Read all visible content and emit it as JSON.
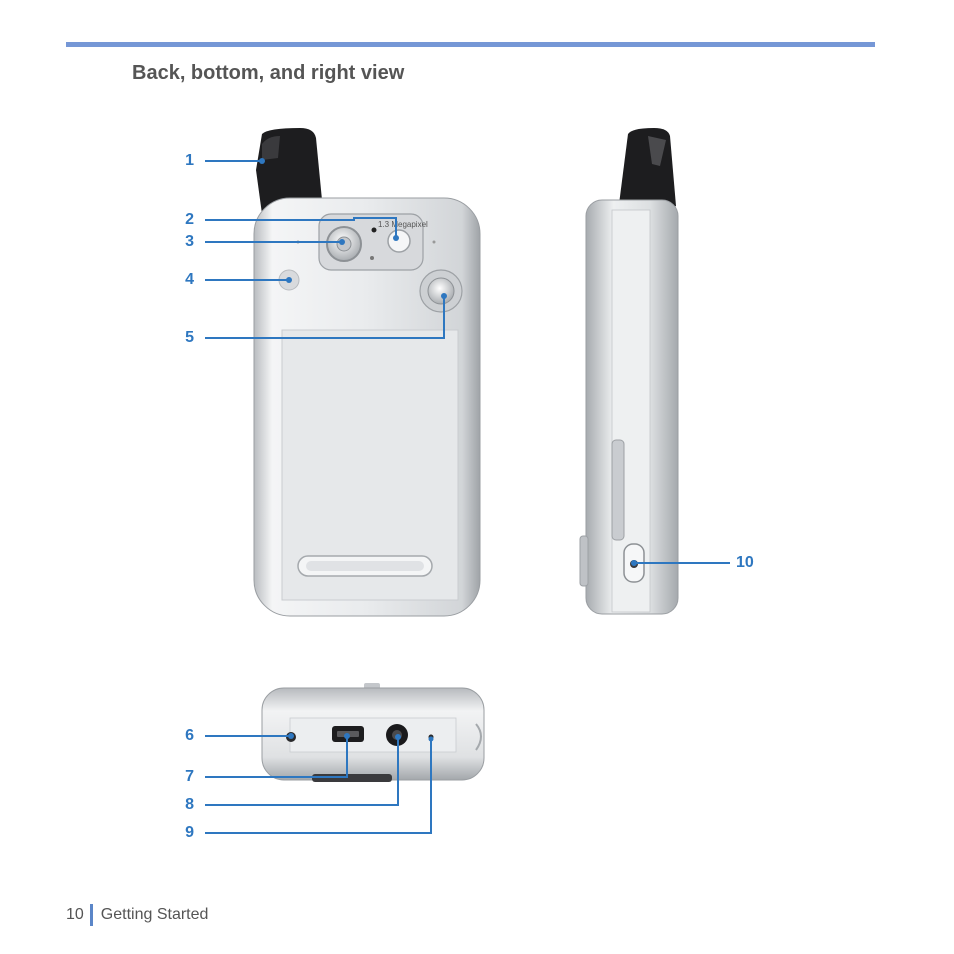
{
  "heading": "Back, bottom, and right view",
  "callouts": {
    "c1": "1",
    "c2": "2",
    "c3": "3",
    "c4": "4",
    "c5": "5",
    "c6": "6",
    "c7": "7",
    "c8": "8",
    "c9": "9",
    "c10": "10"
  },
  "camera_label": "1.3 Megapixel",
  "footer": {
    "page_number": "10",
    "section": "Getting Started"
  },
  "colors": {
    "accent_rule": "#7597d6",
    "callout": "#2e77c0",
    "heading_text": "#555555"
  }
}
